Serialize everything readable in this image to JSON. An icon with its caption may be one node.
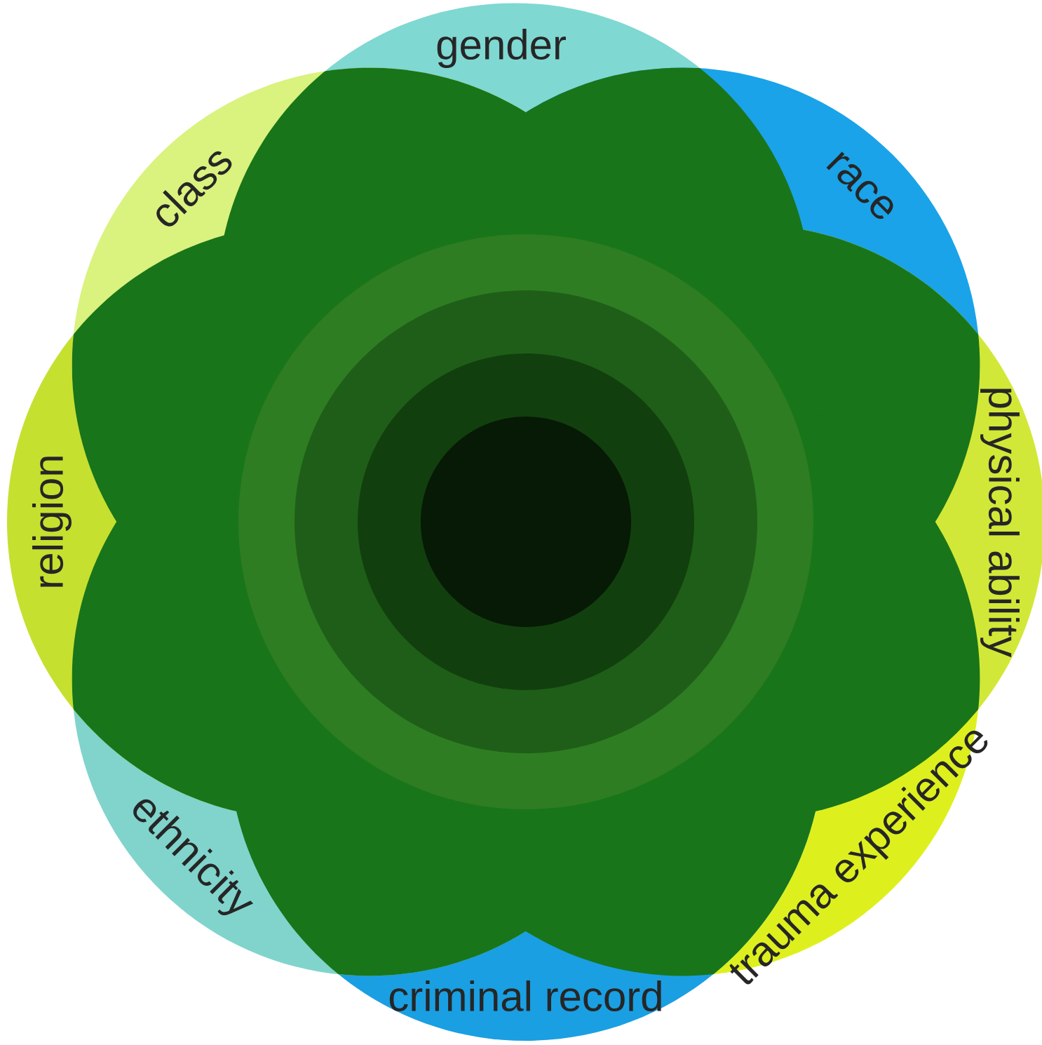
{
  "diagram": {
    "nodes": [
      {
        "text": [
          "gender"
        ]
      },
      {
        "text": [
          "race"
        ]
      },
      {
        "text": [
          "physical ability"
        ]
      },
      {
        "text": [
          "trauma experience"
        ]
      },
      {
        "text": [
          "criminal record"
        ]
      },
      {
        "text": [
          "ethnicity"
        ]
      },
      {
        "text": [
          "religion"
        ]
      },
      {
        "text": [
          "class"
        ]
      }
    ]
  }
}
